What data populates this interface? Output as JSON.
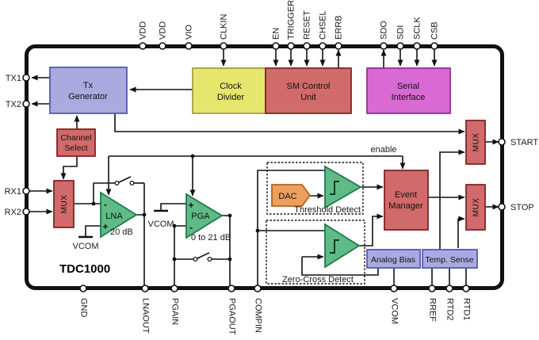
{
  "device_title": "TDC1000",
  "pins": {
    "top": [
      "VDD",
      "VDD",
      "VIO",
      "CLKIN",
      "EN",
      "TRIGGER",
      "RESET",
      "CHSEL",
      "ERRB",
      "SDO",
      "SDI",
      "SCLK",
      "CSB"
    ],
    "bottom": [
      "GND",
      "LNAOUT",
      "PGAIN",
      "PGAOUT",
      "COMPIN",
      "VCOM",
      "RREF",
      "RTD2",
      "RTD1"
    ],
    "left": [
      "TX1",
      "TX2",
      "RX1",
      "RX2"
    ],
    "right": [
      "START",
      "STOP"
    ]
  },
  "blocks": {
    "tx_generator": {
      "line1": "Tx",
      "line2": "Generator"
    },
    "clock_divider": {
      "line1": "Clock",
      "line2": "Divider"
    },
    "sm_control": {
      "line1": "SM Control",
      "line2": "Unit"
    },
    "serial_interface": {
      "line1": "Serial",
      "line2": "Interface"
    },
    "channel_select": {
      "line1": "Channel",
      "line2": "Select"
    },
    "rx_mux": {
      "label": "MUX"
    },
    "start_mux": {
      "label": "MUX"
    },
    "stop_mux": {
      "label": "MUX"
    },
    "event_manager": {
      "line1": "Event",
      "line2": "Manager"
    },
    "analog_bias": {
      "label": "Analog Bias"
    },
    "temp_sense": {
      "label": "Temp. Sense"
    },
    "lna": {
      "label": "LNA",
      "gain": "20 dB"
    },
    "pga": {
      "label": "PGA",
      "gain": "0 to 21 dB"
    },
    "dac": {
      "label": "DAC"
    },
    "threshold_detect": {
      "label": "Threshold Detect"
    },
    "zero_cross_detect": {
      "label": "Zero-Cross Detect"
    }
  },
  "annotations": {
    "enable": "enable",
    "vcom_lna": "VCOM",
    "vcom_pga": "VCOM",
    "plus": "+",
    "minus": "-"
  },
  "colors": {
    "red_fill": "#d16a6a",
    "red_stroke": "#802525",
    "purple_fill": "#aaaae0",
    "purple_stroke": "#5858b0",
    "yellow_fill": "#e6e56e",
    "yellow_stroke": "#a2a23c",
    "magenta_fill": "#d96ad4",
    "magenta_stroke": "#94308e",
    "green_fill": "#5fba87",
    "green_stroke": "#1e7a4a",
    "orange_fill": "#eca05f",
    "orange_stroke": "#b26418",
    "wire": "#111111"
  }
}
